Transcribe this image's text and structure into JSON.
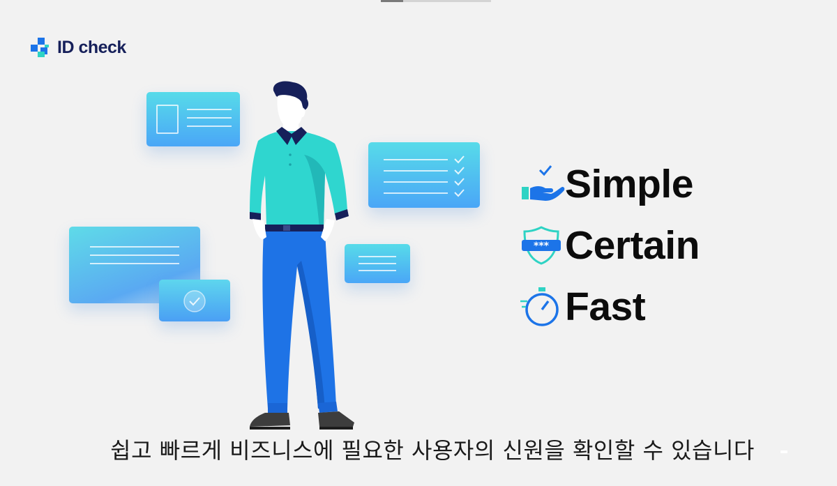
{
  "logo": {
    "text": "ID check",
    "icon": "id-check-logo-icon"
  },
  "features": [
    {
      "label": "Simple",
      "icon": "hand-check-icon"
    },
    {
      "label": "Certain",
      "icon": "shield-password-icon"
    },
    {
      "label": "Fast",
      "icon": "stopwatch-icon"
    }
  ],
  "illustration": {
    "description_icon": "person-illustration",
    "cards": [
      "id-card",
      "checklist-card",
      "document-card",
      "verified-card",
      "small-card"
    ]
  },
  "subtitle": "쉽고 빠르게 비즈니스에 필요한 사용자의 신원을 확인할 수 있습니다",
  "colors": {
    "background": "#f2f2f2",
    "brand_dark": "#16205a",
    "brand_blue": "#1c74e8",
    "brand_teal": "#2ed3c4",
    "card_top": "#57dbe9",
    "card_bottom": "#4aa6f7",
    "shirt": "#2fd6cf",
    "pants": "#1e73e6"
  }
}
